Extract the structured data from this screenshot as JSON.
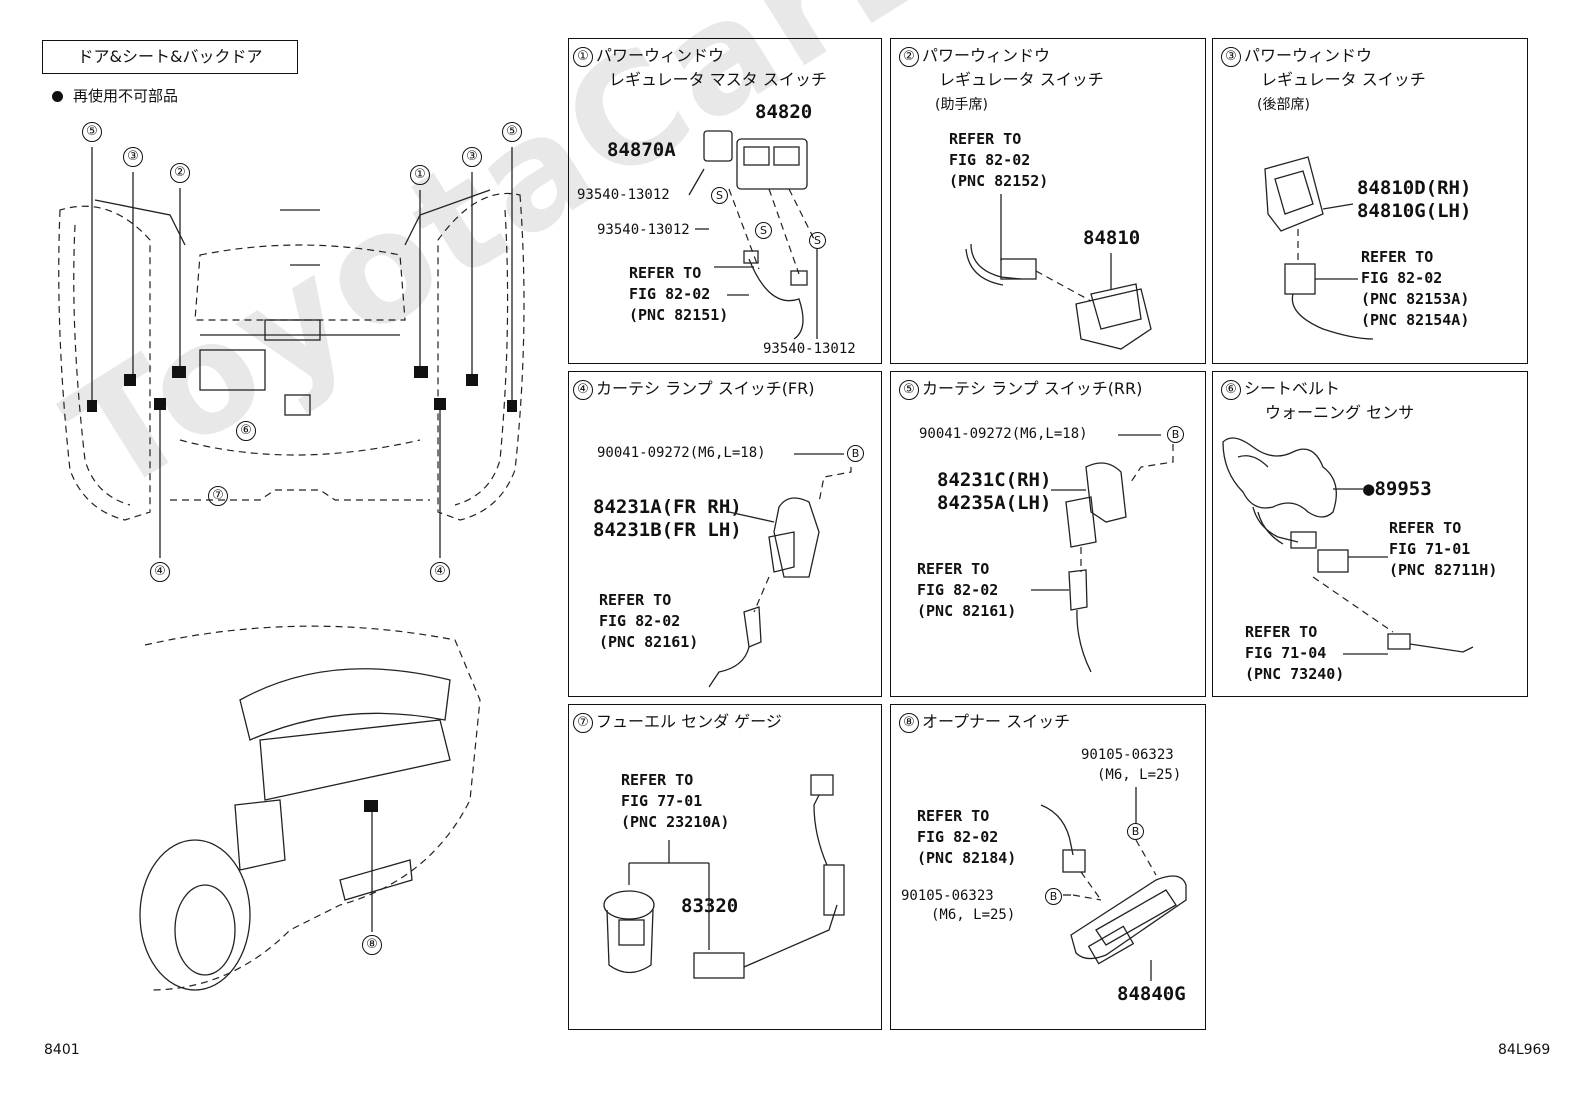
{
  "header": {
    "title": "ドア&シート&バックドア",
    "legend_dot": "●",
    "legend_text": "再使用不可部品"
  },
  "overview": {
    "top_callouts": [
      "⑤",
      "③",
      "②",
      "①",
      "③",
      "⑤"
    ],
    "mid_callouts": [
      "⑥",
      "⑦"
    ],
    "bottom_callouts": [
      "④",
      "④"
    ],
    "rear_callout": "⑧"
  },
  "panels": [
    {
      "num": "①",
      "title_lines": [
        "パワーウィンドウ",
        "レギュレータ マスタ スイッチ"
      ],
      "parts": [
        "84820",
        "84870A"
      ],
      "small_parts": [
        "93540-13012",
        "93540-13012",
        "93540-13012"
      ],
      "tag": "S",
      "refer": [
        "REFER TO",
        "FIG 82-02",
        "(PNC 82151)"
      ]
    },
    {
      "num": "②",
      "title_lines": [
        "パワーウィンドウ",
        "レギュレータ スイッチ",
        "(助手席)"
      ],
      "parts": [
        "84810"
      ],
      "refer": [
        "REFER TO",
        "FIG 82-02",
        "(PNC 82152)"
      ]
    },
    {
      "num": "③",
      "title_lines": [
        "パワーウィンドウ",
        "レギュレータ スイッチ",
        "(後部席)"
      ],
      "parts": [
        "84810D(RH)",
        "84810G(LH)"
      ],
      "refer": [
        "REFER TO",
        "FIG 82-02",
        "(PNC 82153A)",
        "(PNC 82154A)"
      ]
    },
    {
      "num": "④",
      "title_lines": [
        "カーテシ ランプ スイッチ(FR)"
      ],
      "small_parts": [
        "90041-09272(M6,L=18)"
      ],
      "tag": "B",
      "parts": [
        "84231A(FR RH)",
        "84231B(FR LH)"
      ],
      "refer": [
        "REFER TO",
        "FIG 82-02",
        "(PNC 82161)"
      ]
    },
    {
      "num": "⑤",
      "title_lines": [
        "カーテシ ランプ スイッチ(RR)"
      ],
      "small_parts": [
        "90041-09272(M6,L=18)"
      ],
      "tag": "B",
      "parts": [
        "84231C(RH)",
        "84235A(LH)"
      ],
      "refer": [
        "REFER TO",
        "FIG 82-02",
        "(PNC 82161)"
      ]
    },
    {
      "num": "⑥",
      "title_lines": [
        "シートベルト",
        "ウォーニング センサ"
      ],
      "parts": [
        "●89953"
      ],
      "refer": [
        "REFER TO",
        "FIG 71-01",
        "(PNC 82711H)"
      ],
      "refer2": [
        "REFER TO",
        "FIG 71-04",
        "(PNC 73240)"
      ]
    },
    {
      "num": "⑦",
      "title_lines": [
        "フューエル センダ ゲージ"
      ],
      "parts": [
        "83320"
      ],
      "refer": [
        "REFER TO",
        "FIG 77-01",
        "(PNC 23210A)"
      ]
    },
    {
      "num": "⑧",
      "title_lines": [
        "オープナー スイッチ"
      ],
      "small_parts": [
        "90105-06323",
        "(M6, L=25)",
        "90105-06323",
        "(M6, L=25)"
      ],
      "tag": "B",
      "parts": [
        "84840G"
      ],
      "refer": [
        "REFER TO",
        "FIG 82-02",
        "(PNC 82184)"
      ]
    }
  ],
  "footer": {
    "left_code": "8401",
    "right_code": "84L969"
  }
}
